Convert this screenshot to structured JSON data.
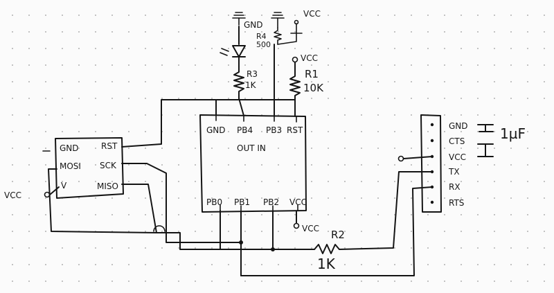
{
  "programmer": {
    "pins_left": [
      "GND",
      "MOSI",
      "V"
    ],
    "pins_right": [
      "RST",
      "SCK",
      "MISO"
    ]
  },
  "mcu": {
    "pins_top": [
      "GND",
      "PB4",
      "PB3",
      "RST"
    ],
    "pins_bottom": [
      "PB0",
      "PB1",
      "PB2",
      "VCC"
    ],
    "center_label": "OUT IN"
  },
  "header": {
    "pins": [
      "GND",
      "CTS",
      "VCC",
      "TX",
      "RX",
      "RTS"
    ]
  },
  "labels": {
    "vcc_left": "VCC",
    "vcc_top_switch": "VCC",
    "vcc_r1": "VCC",
    "vcc_mcu": "VCC",
    "gnd_top": "GND",
    "r1_name": "R1",
    "r1_value": "10K",
    "r2_name": "R2",
    "r2_value": "1K",
    "r3_name": "R3",
    "r3_value": "1K",
    "r4_name": "R4",
    "r4_value": "500",
    "cap_value": "1µF"
  }
}
